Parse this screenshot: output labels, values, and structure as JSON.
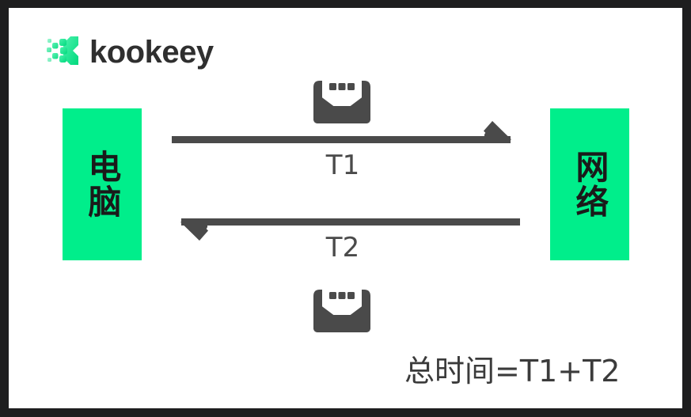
{
  "frame": {
    "border_color": "#1e1e1f",
    "canvas_color": "#ffffff"
  },
  "brand": {
    "name": "kookeey",
    "mark_icon": "kookeey-k-logo-icon",
    "mark_color": "#00e187",
    "word_color": "#2f2f2f"
  },
  "diagram": {
    "accent_color": "#00ee8b",
    "stroke_color": "#4a4a4a",
    "nodes": [
      {
        "id": "computer",
        "label": "电脑"
      },
      {
        "id": "network",
        "label": "网络"
      }
    ],
    "arrows": [
      {
        "id": "t1",
        "label": "T1",
        "direction": "right",
        "icon": "arrow-right-icon"
      },
      {
        "id": "t2",
        "label": "T2",
        "direction": "left",
        "icon": "arrow-left-icon"
      }
    ],
    "messages": [
      {
        "id": "message-top",
        "icon": "envelope-message-icon",
        "dots": 3
      },
      {
        "id": "message-bottom",
        "icon": "envelope-message-icon",
        "dots": 3
      }
    ],
    "formula": "总时间=T1+T2"
  }
}
